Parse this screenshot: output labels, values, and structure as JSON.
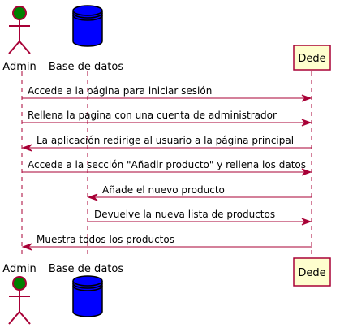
{
  "colors": {
    "line": "#A80036",
    "actor_fill": "#008000",
    "database_fill": "#0000FF",
    "participant_fill": "#FEFECE",
    "text": "#000000"
  },
  "participants": {
    "admin": {
      "label": "Admin",
      "icon": "actor-stick-figure-icon"
    },
    "db": {
      "label": "Base de datos",
      "icon": "database-cylinder-icon"
    },
    "dede": {
      "label": "Dede"
    }
  },
  "messages": [
    {
      "from": "admin",
      "to": "dede",
      "text": "Accede  a la página para iniciar sesión"
    },
    {
      "from": "admin",
      "to": "dede",
      "text": "Rellena la pagina con una cuenta de administrador"
    },
    {
      "from": "dede",
      "to": "admin",
      "text": "La aplicación redirige al usuario a la página principal"
    },
    {
      "from": "admin",
      "to": "dede",
      "text": "Accede a la sección \"Añadir producto\" y rellena los datos"
    },
    {
      "from": "dede",
      "to": "db",
      "text": "Añade el nuevo producto"
    },
    {
      "from": "db",
      "to": "dede",
      "text": "Devuelve la nueva lista de productos"
    },
    {
      "from": "dede",
      "to": "admin",
      "text": "Muestra todos los productos"
    }
  ]
}
